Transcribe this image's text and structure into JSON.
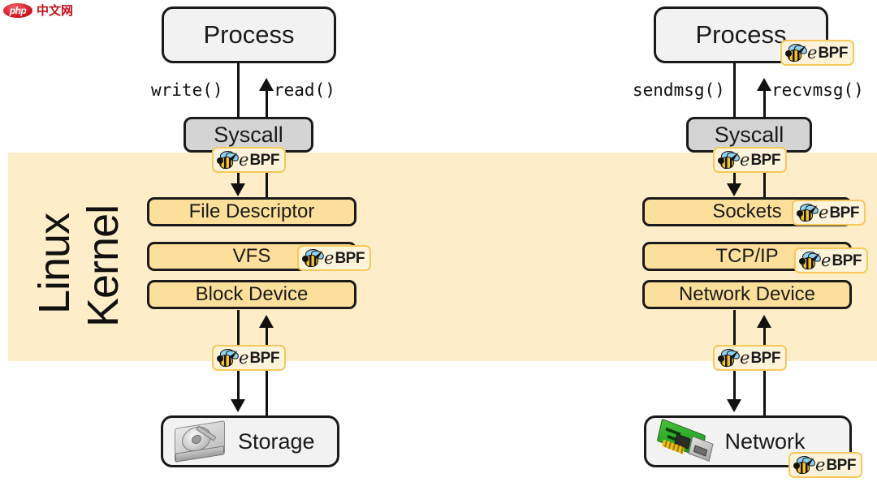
{
  "watermark": {
    "logo_text": "php",
    "site_text": "中文网"
  },
  "kernel": {
    "label_line1": "Linux",
    "label_line2": "Kernel",
    "band_color": "#fdeec9"
  },
  "badge": {
    "e_text": "e",
    "bpf_text": "BPF",
    "icon": "bee-icon",
    "bg_color": "#fdf3da",
    "border_color": "#f7c85a"
  },
  "left_column": {
    "process": "Process",
    "syscall": "Syscall",
    "call_down": "write()",
    "call_up": "read()",
    "layers": [
      "File Descriptor",
      "VFS",
      "Block Device"
    ],
    "endpoint": "Storage",
    "endpoint_icon": "hard-disk-icon"
  },
  "right_column": {
    "process": "Process",
    "syscall": "Syscall",
    "call_down": "sendmsg()",
    "call_up": "recvmsg()",
    "layers": [
      "Sockets",
      "TCP/IP",
      "Network Device"
    ],
    "endpoint": "Network",
    "endpoint_icon": "network-card-icon"
  },
  "colors": {
    "process_box": "#f2f2f2",
    "syscall_box": "#d4d4d4",
    "kernel_layer_box": "#fcdf9b",
    "stroke": "#1a1a1a"
  }
}
